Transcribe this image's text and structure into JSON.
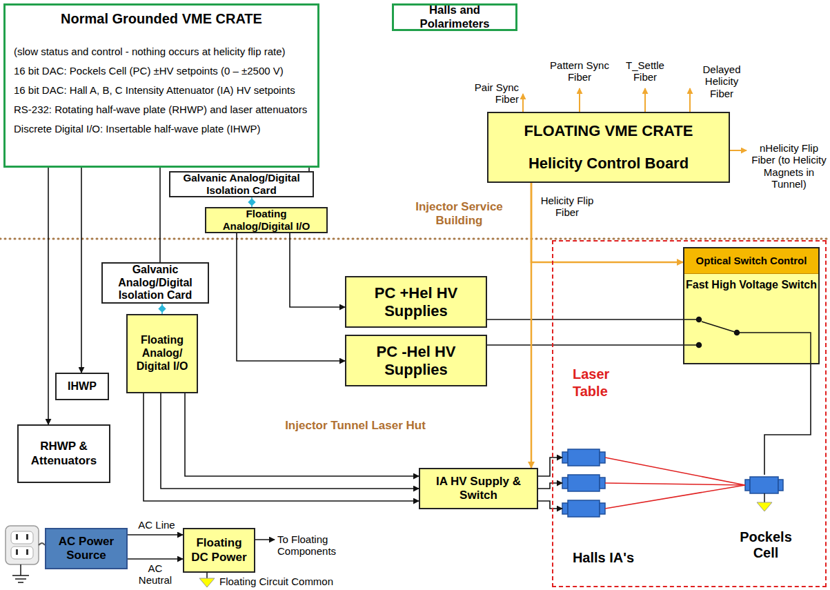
{
  "diagram": {
    "nodes": [
      {
        "text": [
          "Normal Grounded VME CRATE",
          "(slow status and control - nothing occurs at helicity flip rate)",
          "16 bit DAC: Pockels Cell (PC) ±HV setpoints (0 – ±2500 V)",
          "16 bit DAC: Hall A, B, C Intensity Attenuator (IA) HV setpoints",
          "RS-232: Rotating half-wave plate (RHWP) and laser attenuators",
          "Discrete Digital I/O: Insertable half-wave plate (IHWP)"
        ]
      },
      {
        "text": [
          "Halls and Polarimeters"
        ]
      },
      {
        "text": [
          "FLOATING VME CRATE",
          "Helicity Control Board"
        ]
      },
      {
        "text": [
          "Galvanic Analog/Digital Isolation Card"
        ]
      },
      {
        "text": [
          "Floating Analog/Digital I/O"
        ]
      },
      {
        "text": [
          "Laser Table"
        ]
      },
      {
        "text": [
          "Optical Switch Control",
          "Fast High Voltage Switch"
        ],
        "in": 5
      },
      {
        "text": [
          "Galvanic Analog/Digital Isolation Card"
        ]
      },
      {
        "text": [
          "PC +Hel HV Supplies"
        ]
      },
      {
        "text": [
          "Floating Analog/ Digital I/O"
        ]
      },
      {
        "text": [
          "PC -Hel HV Supplies"
        ]
      },
      {
        "text": [
          "IHWP"
        ]
      },
      {
        "text": [
          "RHWP & Attenuators"
        ]
      },
      {
        "text": [
          "IA HV Supply & Switch"
        ]
      },
      {
        "text": [
          "Halls IA's"
        ],
        "in": 5
      },
      {
        "text": [
          "Pockels Cell"
        ],
        "in": 5
      },
      {
        "text": [
          "AC Power Source"
        ]
      },
      {
        "text": [
          "Floating DC Power"
        ]
      }
    ],
    "edges": [
      {
        "from": 0,
        "to": 12,
        "arrow": "to"
      },
      {
        "from": 0,
        "to": 11,
        "arrow": "to"
      },
      {
        "from": 0,
        "to": 7,
        "arrow": "none"
      },
      {
        "from": 0,
        "to": 3,
        "arrow": "none"
      },
      {
        "from": 3,
        "to": 4,
        "arrow": "none"
      },
      {
        "from": 7,
        "to": 9,
        "arrow": "none"
      },
      {
        "from": 4,
        "to": 8,
        "arrow": "to"
      },
      {
        "from": 4,
        "to": 10,
        "arrow": "to"
      },
      {
        "from": 9,
        "to": 13,
        "arrow": "to"
      },
      {
        "from": 9,
        "to": 13,
        "arrow": "to"
      },
      {
        "from": 9,
        "to": 13,
        "arrow": "to"
      },
      {
        "from": 8,
        "to": 6,
        "arrow": "none"
      },
      {
        "from": 10,
        "to": 6,
        "arrow": "none"
      },
      {
        "from": 2,
        "to": 13,
        "arrow": "to"
      },
      {
        "from": 2,
        "to": 6,
        "arrow": "to"
      },
      {
        "from": 6,
        "to": 15,
        "arrow": "none"
      },
      {
        "from": 13,
        "to": 14,
        "arrow": "to"
      },
      {
        "from": 13,
        "to": 14,
        "arrow": "to"
      },
      {
        "from": 13,
        "to": 14,
        "arrow": "to"
      },
      {
        "from": 15,
        "to": 14,
        "arrow": "none"
      },
      {
        "from": 15,
        "to": 14,
        "arrow": "none"
      },
      {
        "from": 15,
        "to": 14,
        "arrow": "none"
      },
      {
        "from": 16,
        "to": 17,
        "arrow": "to",
        "label": "AC Line"
      },
      {
        "from": 16,
        "to": 17,
        "arrow": "to",
        "label": "AC Neutral"
      }
    ],
    "labels": [
      "Pair Sync Fiber",
      "Pattern Sync Fiber",
      "T_Settle Fiber",
      "Delayed Helicity Fiber",
      "nHelicity Flip Fiber (to Helicity Magnets in Tunnel)",
      "Helicity Flip Fiber",
      "Injector Service Building",
      "Injector Tunnel Laser Hut",
      "To Floating Components",
      "Floating Circuit Common"
    ]
  }
}
